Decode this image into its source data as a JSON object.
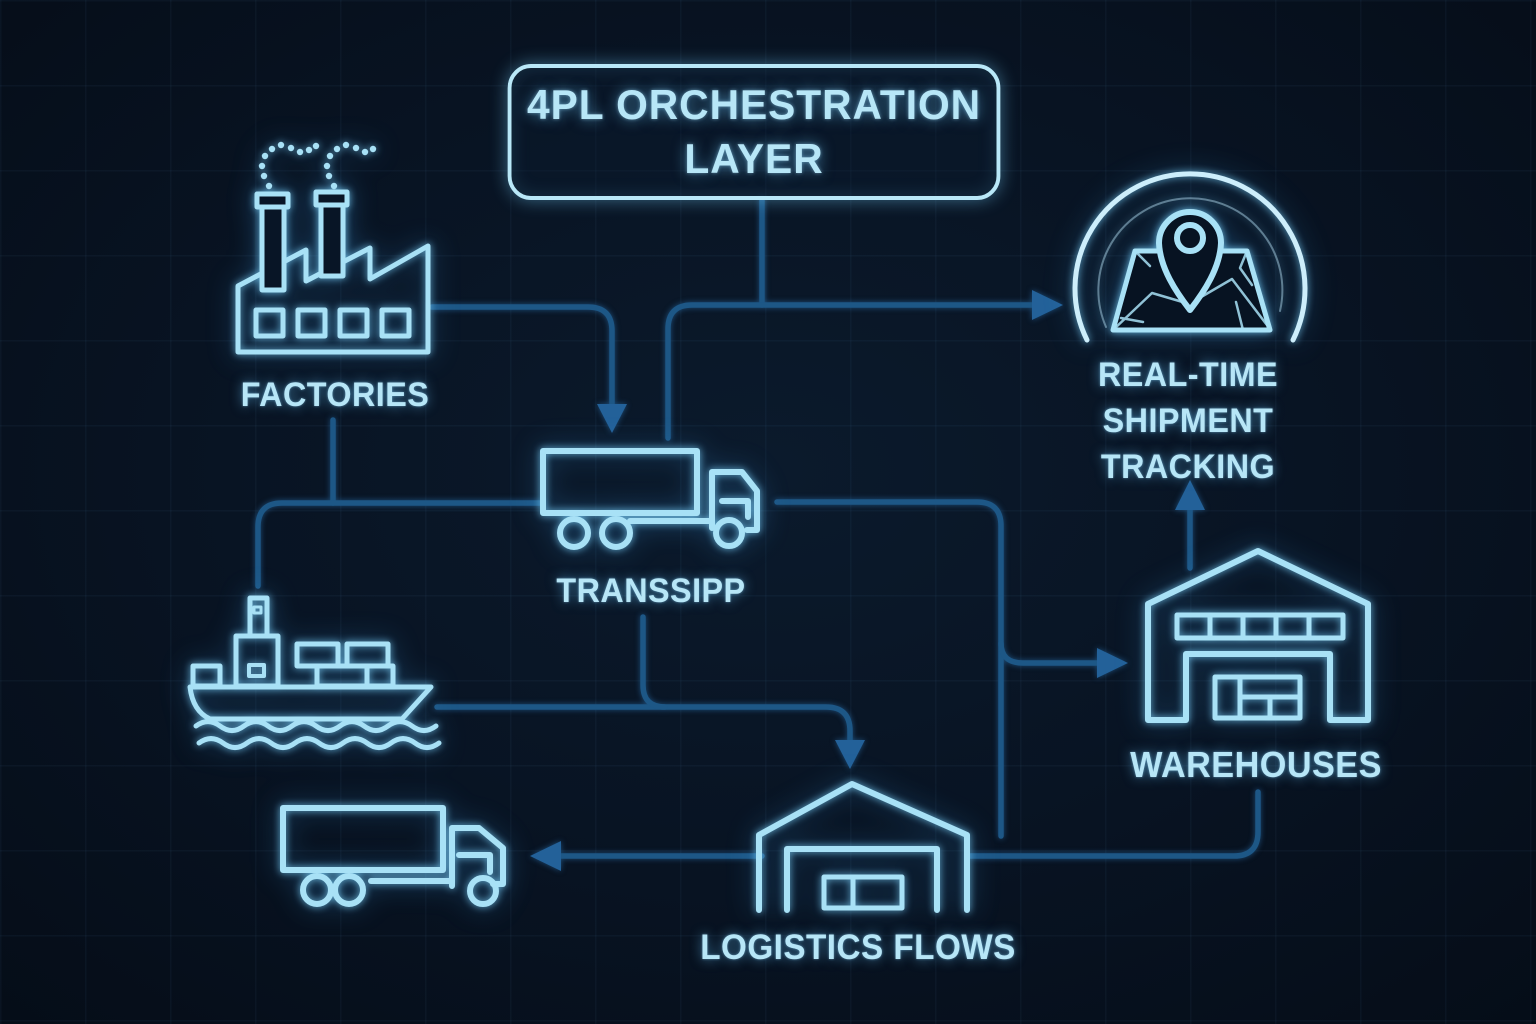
{
  "title": {
    "line1": "4PL ORCHESTRATION",
    "line2": "LAYER"
  },
  "nodes": {
    "factories": {
      "label": "FACTORIES"
    },
    "transport": {
      "label": "TRANSSIPP"
    },
    "tracking": {
      "line1": "REAL-TIME",
      "line2": "SHIPMENT",
      "line3": "TRACKING"
    },
    "warehouses": {
      "label": "WAREHOUSES"
    },
    "logistics_flows": {
      "label": "LOGISTICS FLOWS"
    }
  },
  "icons": {
    "factory": "factory-icon",
    "semi_truck": "semi-truck-icon",
    "cargo_ship": "cargo-ship-icon",
    "delivery_truck": "delivery-truck-icon",
    "warehouse": "warehouse-icon",
    "distribution_center": "distribution-center-icon",
    "map_pin": "map-location-pin-icon"
  },
  "colors": {
    "background": "#081322",
    "icon_stroke": "#a8e1f6",
    "connector": "#1d5786",
    "arrowhead": "#236199",
    "text": "#b7e6f7",
    "box_border": "#b9e8f8"
  }
}
